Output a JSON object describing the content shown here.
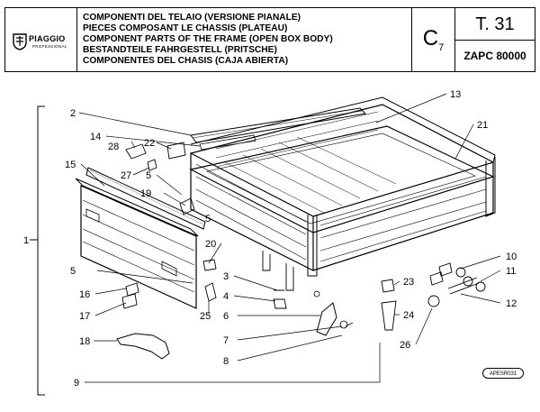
{
  "header": {
    "brand": "PIAGGIO",
    "brand_sub": "PROFESSIONAL",
    "titles": [
      "COMPONENTI DEL TELAIO (VERSIONE PIANALE)",
      "PIECES COMPOSANT LE CHASSIS (PLATEAU)",
      "COMPONENT PARTS OF THE FRAME (OPEN BOX BODY)",
      "BESTANDTEILE FAHRGESTELL (PRITSCHE)",
      "COMPONENTES DEL CHASIS (CAJA ABIERTA)"
    ],
    "section": "C",
    "section_sub": "7",
    "table_no": "T. 31",
    "model": "ZAPC 80000"
  },
  "callouts": [
    "1",
    "2",
    "3",
    "4",
    "5",
    "5",
    "5",
    "6",
    "7",
    "8",
    "9",
    "10",
    "11",
    "12",
    "13",
    "14",
    "15",
    "16",
    "17",
    "18",
    "19",
    "20",
    "21",
    "22",
    "23",
    "24",
    "25",
    "26",
    "27",
    "28"
  ],
  "stamp": "APESR031"
}
